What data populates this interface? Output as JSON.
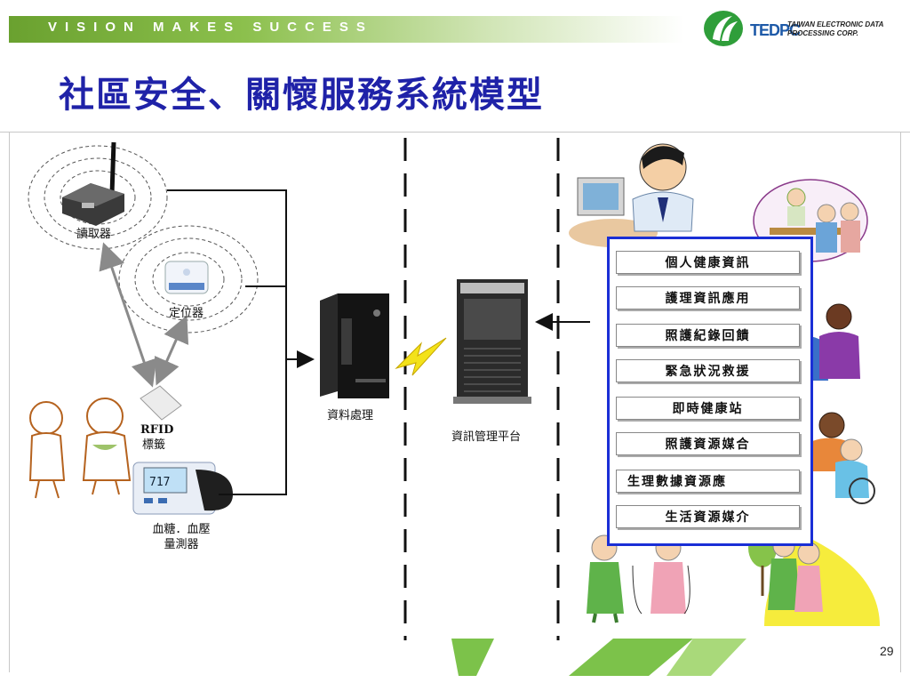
{
  "header": {
    "slogan": "VISION MAKES SUCCESS",
    "title": "社區安全、關懷服務系統模型"
  },
  "logo": {
    "abbr": "TEDPC",
    "name_line1": "TAIWAN ELECTRONIC DATA",
    "name_line2": "PROCESSING CORP."
  },
  "devices": {
    "reader": "讀取器",
    "locator": "定位器",
    "rfid_line1": "RFID",
    "rfid_line2": "標籤",
    "meter_line1": "血糖．血壓",
    "meter_line2": "量測器"
  },
  "processing": {
    "data_processing": "資料處理",
    "platform": "資訊管理平台"
  },
  "services": [
    "個人健康資訊",
    "護理資訊應用",
    "照護紀錄回饋",
    "緊急狀況救援",
    "即時健康站",
    "照護資源媒合",
    "生理數據資源應",
    "生活資源媒介"
  ],
  "page_number": "29",
  "colors": {
    "title": "#1f22a8",
    "panel_border": "#1a2fd6",
    "slogan_bar": "#6aa12f",
    "lightning": "#f3e21a",
    "logo_green": "#2f9e3a"
  },
  "icons": {
    "reader": "wireless-reader-icon",
    "locator": "locator-device-icon",
    "rfid": "rfid-tag-icon",
    "meter": "blood-pressure-meter-icon",
    "computer": "desktop-computer-icon",
    "server": "server-tower-icon",
    "lightning": "lightning-icon"
  }
}
